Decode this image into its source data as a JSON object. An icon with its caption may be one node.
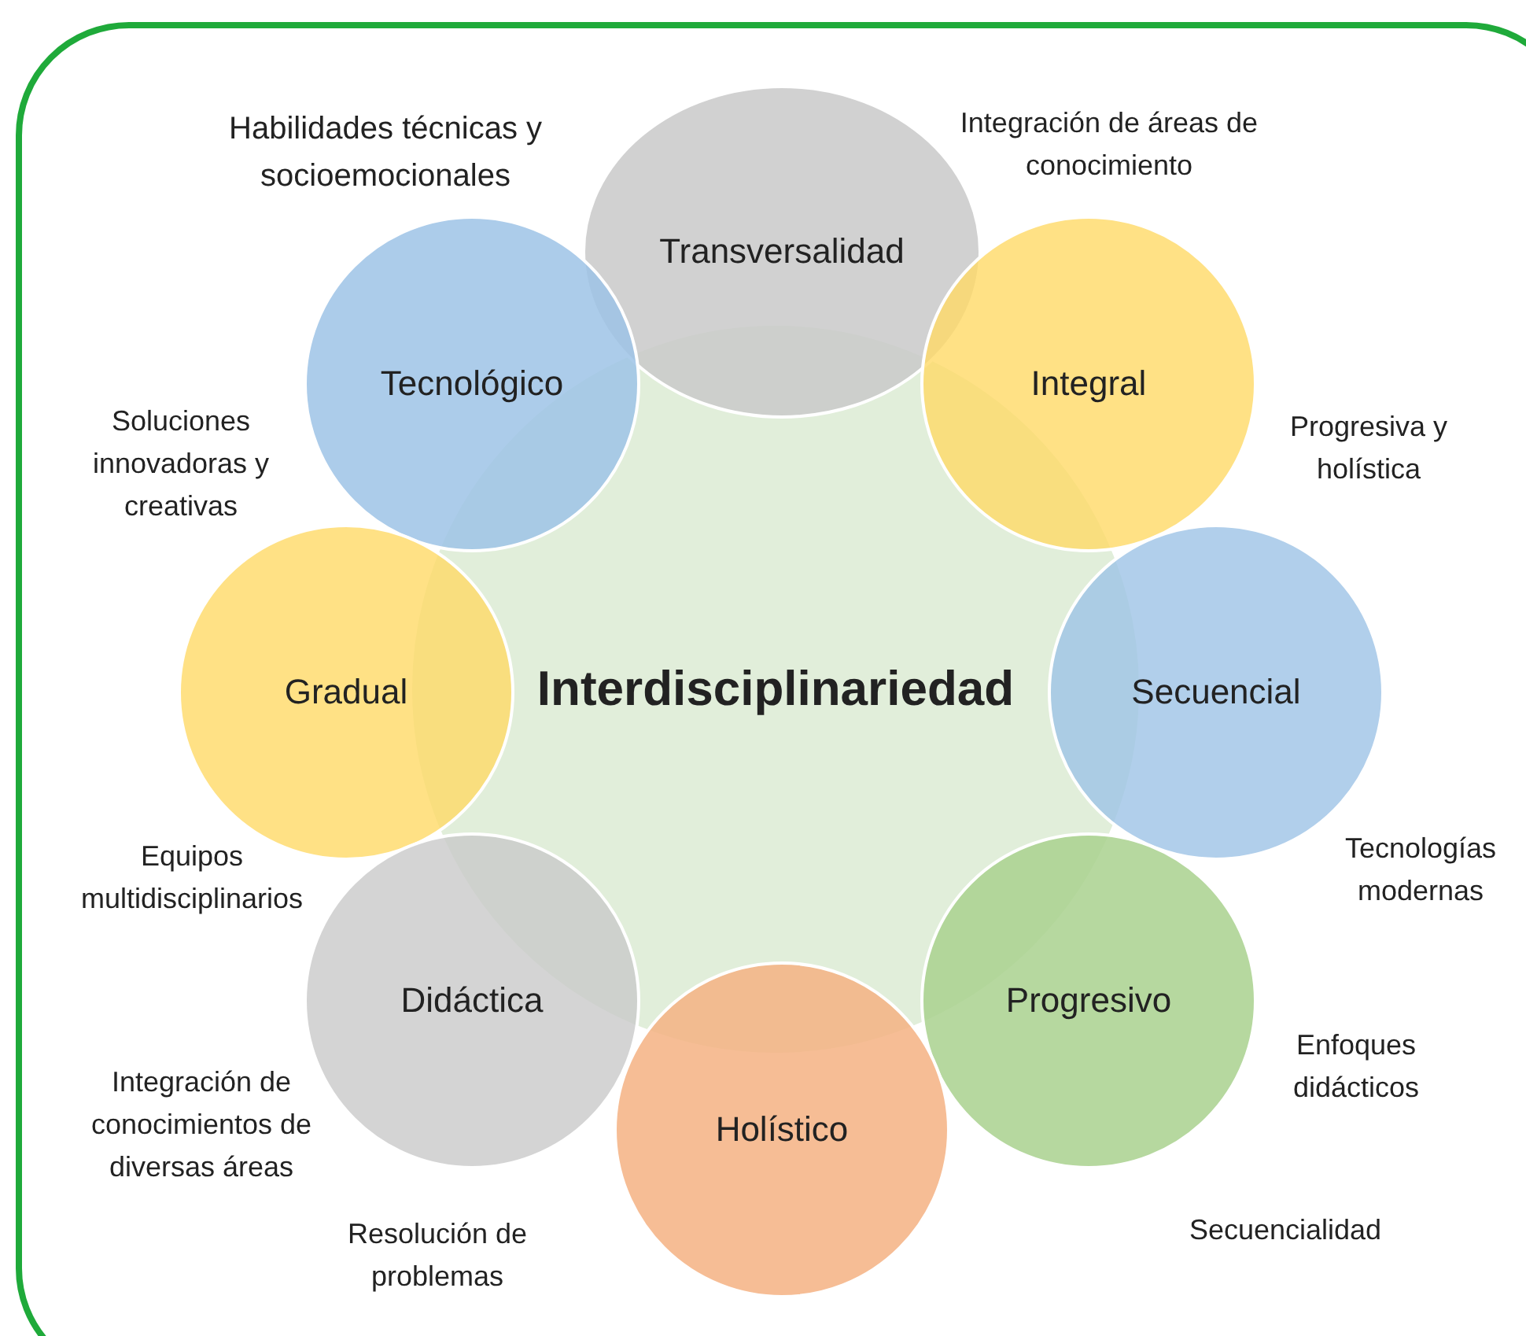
{
  "diagram": {
    "nodes": [
      {
        "text": [
          "Interdisciplinariedad"
        ]
      },
      {
        "text": [
          "Transversalidad"
        ]
      },
      {
        "text": [
          "Tecnológico"
        ]
      },
      {
        "text": [
          "Integral"
        ]
      },
      {
        "text": [
          "Gradual"
        ]
      },
      {
        "text": [
          "Secuencial"
        ]
      },
      {
        "text": [
          "Didáctica"
        ]
      },
      {
        "text": [
          "Progresivo"
        ]
      },
      {
        "text": [
          "Holístico"
        ]
      }
    ],
    "labels": [
      "Habilidades técnicas y socioemocionales",
      "Integración de áreas de conocimiento",
      "Progresiva y holística",
      "Soluciones innovadoras y creativas",
      "Equipos multidisciplinarios",
      "Tecnologías modernas",
      "Enfoques didácticos",
      "Integración de conocimientos de diversas áreas",
      "Resolución de problemas",
      "Secuencialidad"
    ]
  }
}
